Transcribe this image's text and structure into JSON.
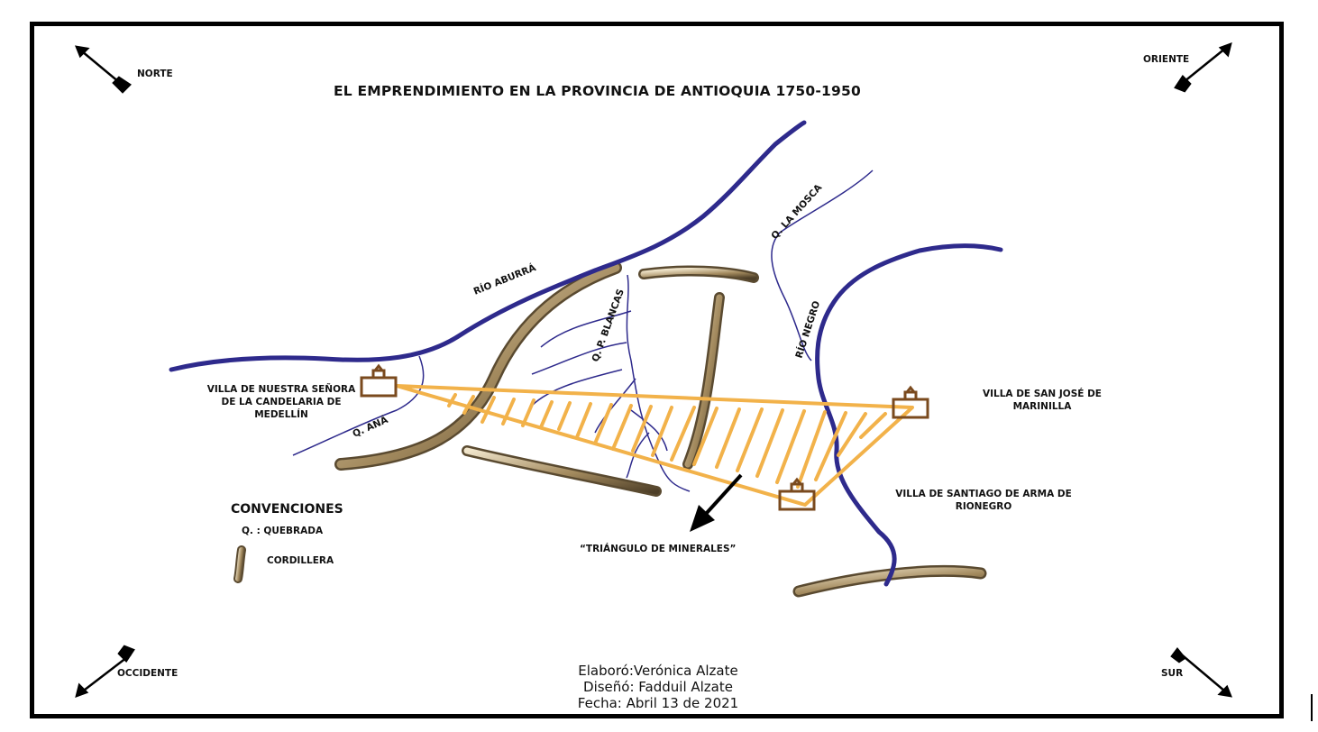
{
  "title": "EL EMPRENDIMIENTO EN LA PROVINCIA DE ANTIOQUIA 1750-1950",
  "directions": {
    "north": "NORTE",
    "east": "ORIENTE",
    "west": "OCCIDENTE",
    "south": "SUR"
  },
  "rivers": {
    "aburra": "RÍO ABURRÁ",
    "negro": "RÍO NEGRO"
  },
  "streams": {
    "la_mosca": "Q. LA MOSCA",
    "piedras_blancas": "Q. P. BLANCAS",
    "ana": "Q. ANÁ"
  },
  "places": {
    "medellin": "VILLA DE NUESTRA SEÑORA DE LA CANDELARIA DE MEDELLÍN",
    "marinilla": "VILLA DE SAN JOSÉ DE MARINILLA",
    "rionegro": "VILLA DE SANTIAGO DE ARMA DE RIONEGRO"
  },
  "triangle_label": "“TRIÁNGULO DE MINERALES”",
  "legend": {
    "title": "CONVENCIONES",
    "quebrada": "Q. : QUEBRADA",
    "cordillera": "CORDILLERA"
  },
  "credits": {
    "made_by": "Elaboró:Verónica Alzate",
    "design": "Diseñó: Fadduil Alzate",
    "date": "Fecha: Abril 13 de 2021"
  },
  "colors": {
    "river": "#2e2a8c",
    "stream": "#2e2a8c",
    "triangle": "#f2b24a",
    "town": "#7a4a1e",
    "mountain_dark": "#6b5a3a",
    "mountain_light": "#e9dcc0"
  }
}
